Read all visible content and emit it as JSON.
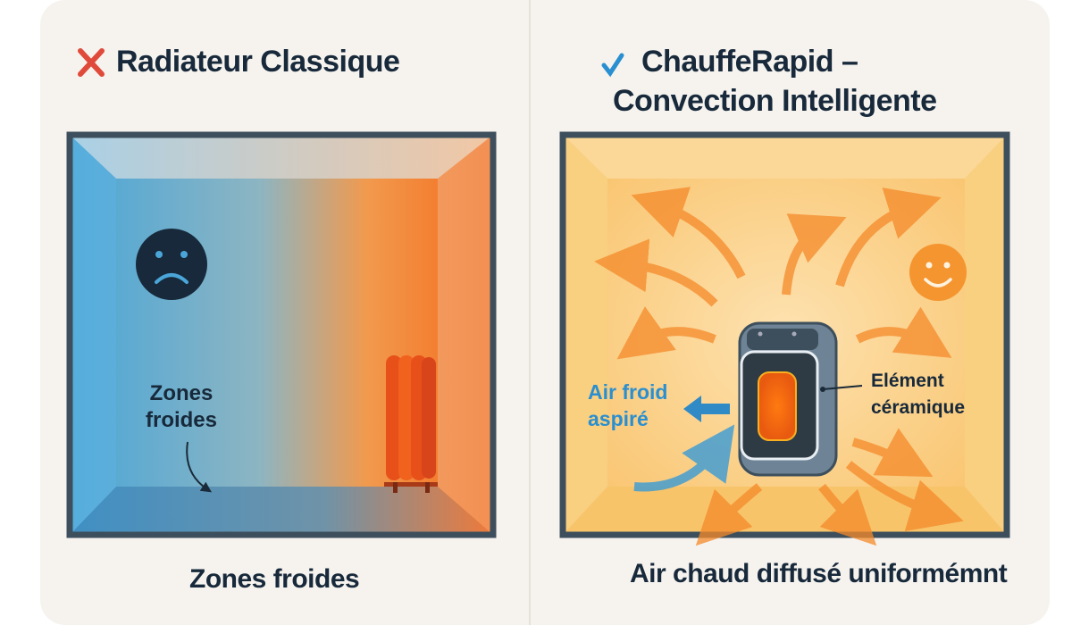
{
  "left_panel": {
    "title": "Radiateur Classique",
    "title_icon": "cross-icon",
    "zone_label_line1": "Zones",
    "zone_label_line2": "froides",
    "caption": "Zones froides",
    "face": "sad-face-icon"
  },
  "right_panel": {
    "title_line1": "ChauffeRapid –",
    "title_line2": "Convection Intelligente",
    "title_icon": "check-icon",
    "cold_air_line1": "Air froid",
    "cold_air_line2": "aspiré",
    "element_line1": "Elément",
    "element_line2": "céramique",
    "caption": "Air chaud diffusé uniformémnt",
    "face": "happy-face-icon"
  },
  "colors": {
    "cross": "#e04a3a",
    "check": "#2a8fd0",
    "frame": "#3d4f5c",
    "warm": "#f58a2a",
    "cold": "#3a9bd6"
  }
}
